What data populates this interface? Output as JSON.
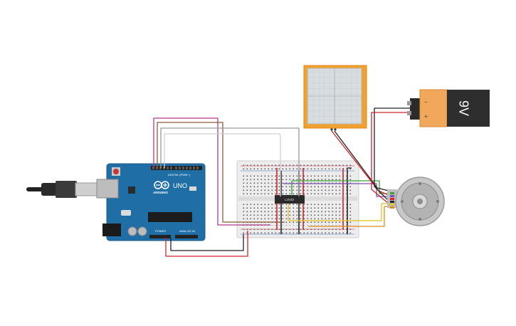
{
  "arduino": {
    "brand": "ARDUINO",
    "model": "UNO",
    "digital_label": "DIGITAL (PWM~)",
    "power_label": "POWER",
    "analog_label": "ANALOG IN",
    "board_color": "#1f6fa6"
  },
  "breadboard": {
    "chip_label": "L293D"
  },
  "battery": {
    "label": "9V",
    "minus_symbol": "−",
    "plus_symbol": "+"
  },
  "wire_colors": {
    "red": "#d4232b",
    "black": "#222222",
    "magenta": "#b5388e",
    "brown": "#8a5a3a",
    "grey": "#9a9a9a",
    "green": "#3aa23a",
    "orange": "#e08a1e",
    "yellow": "#e3c21b",
    "purple": "#7b4fb0",
    "light_grey": "#cfcfcf"
  }
}
